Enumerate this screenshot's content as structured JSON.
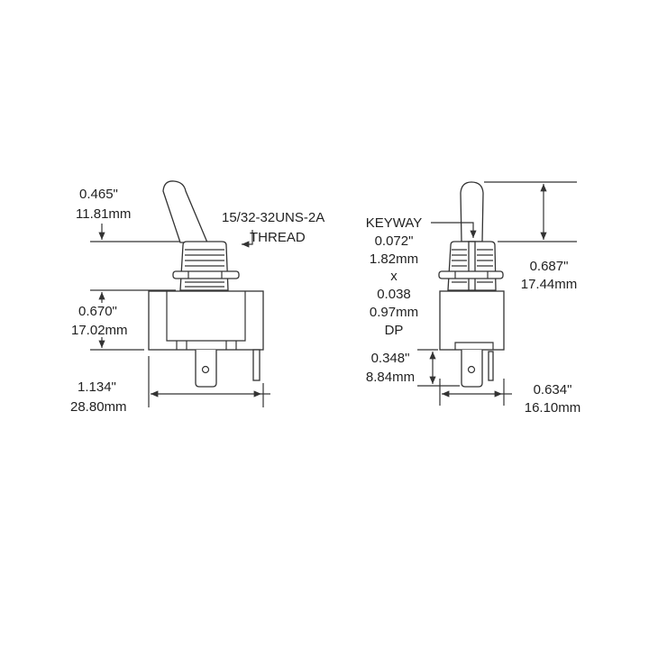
{
  "front_view": {
    "lever_height": {
      "inches": "0.465\"",
      "mm": "11.81mm"
    },
    "thread": {
      "spec": "15/32-32UNS-2A",
      "label": "THREAD"
    },
    "body_height": {
      "inches": "0.670\"",
      "mm": "17.02mm"
    },
    "body_width": {
      "inches": "1.134\"",
      "mm": "28.80mm"
    }
  },
  "side_view": {
    "keyway": {
      "label": "KEYWAY",
      "width_in": "0.072\"",
      "width_mm": "1.82mm",
      "times": "x",
      "depth_in": "0.038",
      "depth_mm": "0.97mm",
      "depth_label": "DP"
    },
    "lever_height": {
      "inches": "0.687\"",
      "mm": "17.44mm"
    },
    "terminal_length": {
      "inches": "0.348\"",
      "mm": "8.84mm"
    },
    "body_width": {
      "inches": "0.634\"",
      "mm": "16.10mm"
    }
  }
}
